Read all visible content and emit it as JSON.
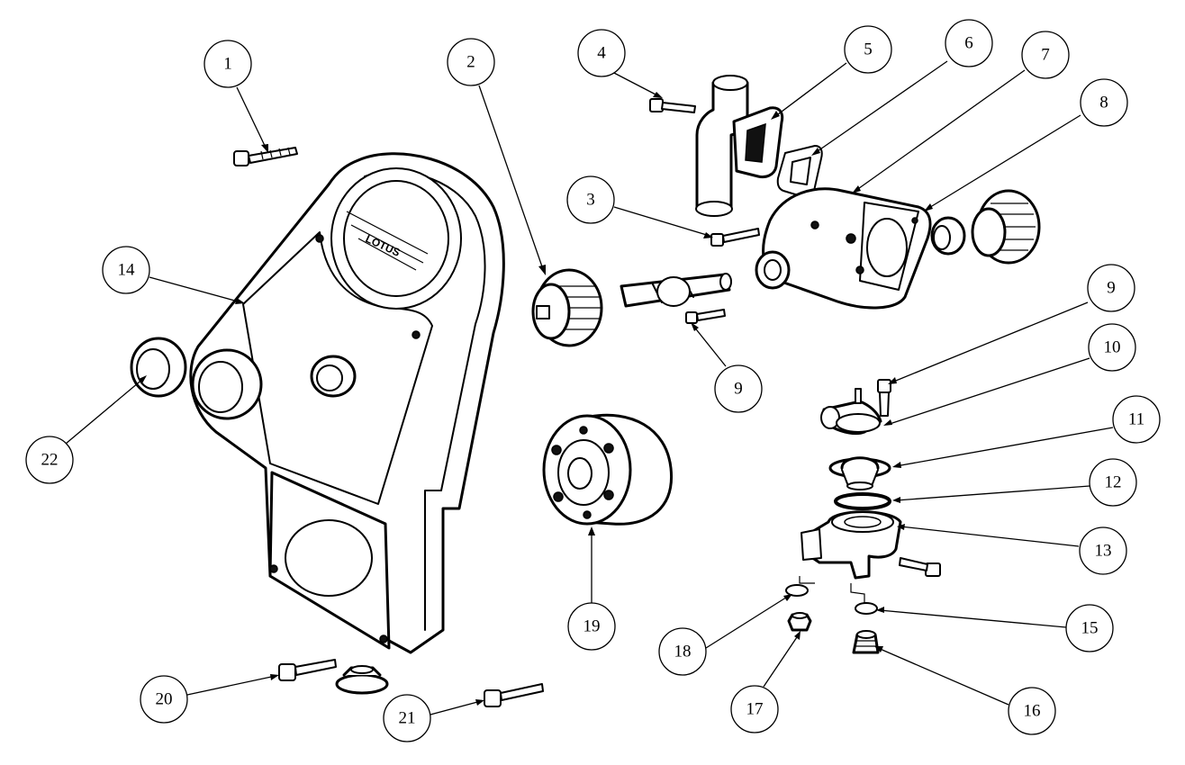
{
  "diagram": {
    "cover_logo_text": "LOTUS",
    "callouts": [
      {
        "id": "c1",
        "label": "1"
      },
      {
        "id": "c2",
        "label": "2"
      },
      {
        "id": "c3",
        "label": "3"
      },
      {
        "id": "c4",
        "label": "4"
      },
      {
        "id": "c5",
        "label": "5"
      },
      {
        "id": "c6",
        "label": "6"
      },
      {
        "id": "c7",
        "label": "7"
      },
      {
        "id": "c8",
        "label": "8"
      },
      {
        "id": "c9a",
        "label": "9"
      },
      {
        "id": "c9b",
        "label": "9"
      },
      {
        "id": "c10",
        "label": "10"
      },
      {
        "id": "c11",
        "label": "11"
      },
      {
        "id": "c12",
        "label": "12"
      },
      {
        "id": "c13",
        "label": "13"
      },
      {
        "id": "c14",
        "label": "14"
      },
      {
        "id": "c15",
        "label": "15"
      },
      {
        "id": "c16",
        "label": "16"
      },
      {
        "id": "c17",
        "label": "17"
      },
      {
        "id": "c18",
        "label": "18"
      },
      {
        "id": "c19",
        "label": "19"
      },
      {
        "id": "c20",
        "label": "20"
      },
      {
        "id": "c21",
        "label": "21"
      },
      {
        "id": "c22",
        "label": "22"
      }
    ]
  }
}
